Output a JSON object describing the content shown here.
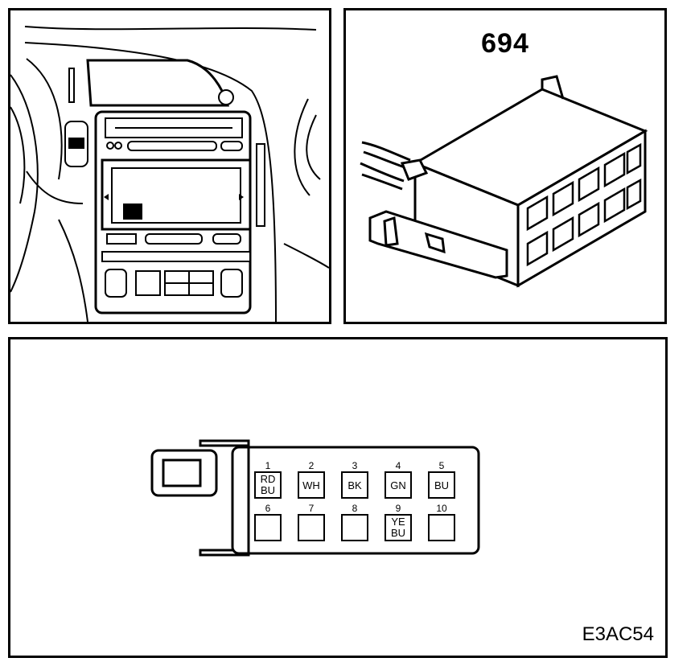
{
  "component_number": "694",
  "figure_code": "E3AC54",
  "connector_pins": [
    {
      "number": "1",
      "wire": [
        "RD",
        "BU"
      ]
    },
    {
      "number": "2",
      "wire": [
        "WH"
      ]
    },
    {
      "number": "3",
      "wire": [
        "BK"
      ]
    },
    {
      "number": "4",
      "wire": [
        "GN"
      ]
    },
    {
      "number": "5",
      "wire": [
        "BU"
      ]
    },
    {
      "number": "6",
      "wire": []
    },
    {
      "number": "7",
      "wire": []
    },
    {
      "number": "8",
      "wire": []
    },
    {
      "number": "9",
      "wire": [
        "YE",
        "BU"
      ]
    },
    {
      "number": "10",
      "wire": []
    }
  ]
}
